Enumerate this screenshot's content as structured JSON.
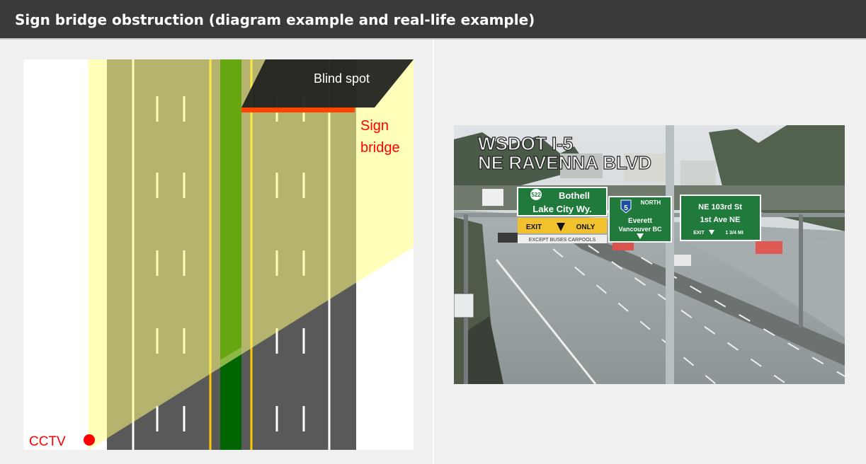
{
  "header": {
    "title": "Sign bridge obstruction (diagram example and real-life example)"
  },
  "diagram": {
    "blind_spot_label": "Blind spot",
    "sign_bridge_line1": "Sign",
    "sign_bridge_line2": "bridge",
    "cctv_label": "CCTV"
  },
  "photo": {
    "overlay_line1": "WSDOT  I-5",
    "overlay_line2": "NE RAVENNA BLVD",
    "sign_left": {
      "route": "522",
      "line1": "Bothell",
      "line2": "Lake City Wy.",
      "exit_left": "EXIT",
      "exit_right": "ONLY",
      "note": "EXCEPT BUSES CARPOOLS"
    },
    "sign_middle": {
      "direction": "NORTH",
      "route": "5",
      "line1": "Everett",
      "line2": "Vancouver BC"
    },
    "sign_right": {
      "line1": "NE 103rd St",
      "line2": "1st Ave NE",
      "exit": "EXIT",
      "distance": "1 3/4 MI"
    }
  },
  "colors": {
    "header_bg": "#3a3a3a",
    "road_gray": "#595959",
    "camera_view_yellow": "#ffffb0",
    "view_over_road_olive": "#8a873f",
    "median_green_dark": "#006400",
    "median_green_light": "#4a8f00",
    "sign_bridge_orange": "#ff4500",
    "cctv_red": "#ff0000",
    "highway_sign_green": "#1f7a3c",
    "exit_only_yellow": "#f2c12e"
  }
}
